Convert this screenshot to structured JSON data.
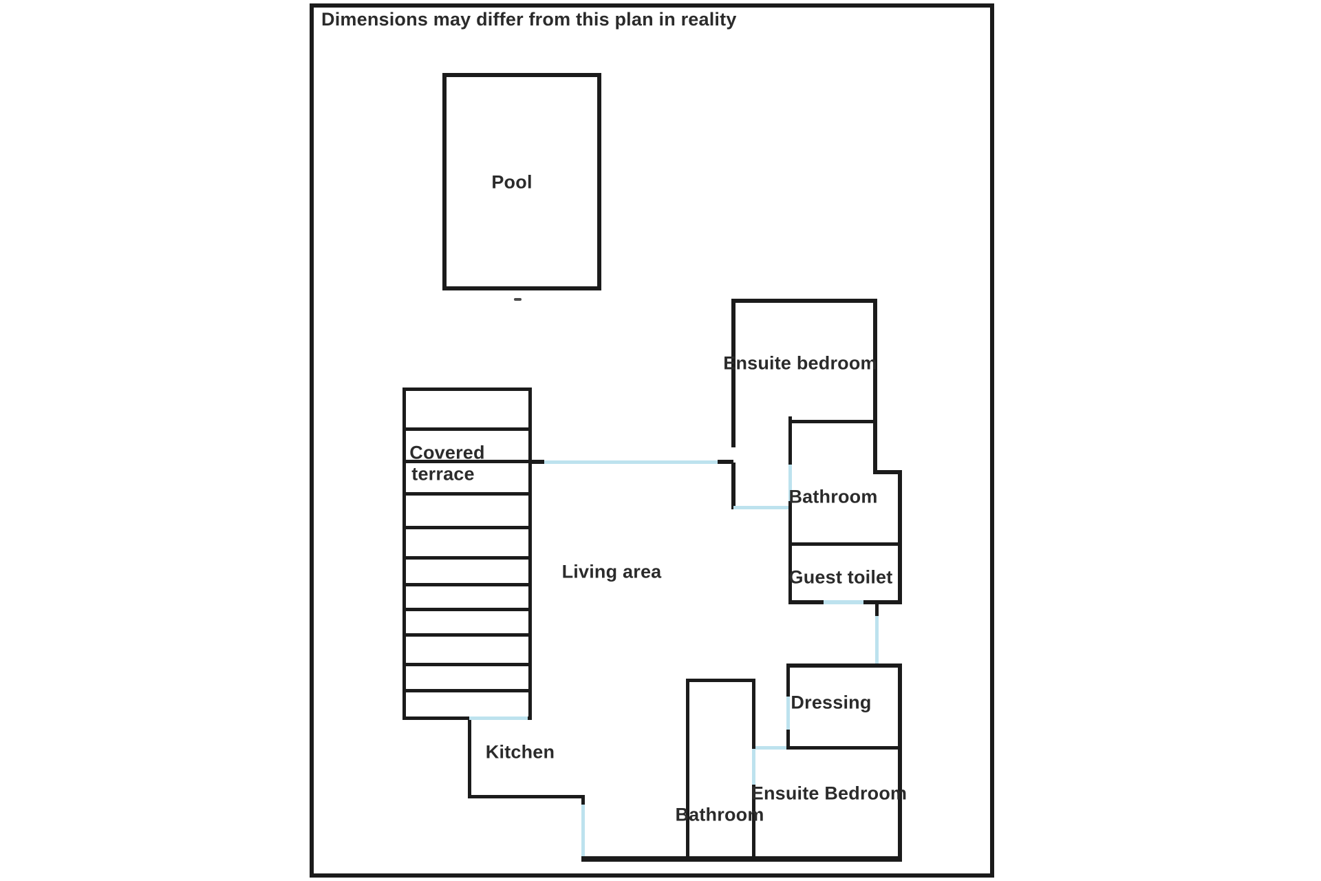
{
  "disclaimer": "Dimensions may differ from this plan in reality",
  "colors": {
    "wall": "#1b1b1b",
    "door": "#bde2ee",
    "text": "#2b2b2b",
    "background": "#ffffff"
  },
  "rooms": {
    "pool": {
      "label": "Pool"
    },
    "covered_terrace": {
      "label_line1": "Covered",
      "label_line2": "terrace"
    },
    "living_area": {
      "label": "Living area"
    },
    "kitchen": {
      "label": "Kitchen"
    },
    "ensuite_bedroom_top": {
      "label": "Ensuite bedroom"
    },
    "bathroom_top": {
      "label": "Bathroom"
    },
    "guest_toilet": {
      "label": "Guest toilet"
    },
    "dressing": {
      "label": "Dressing"
    },
    "ensuite_bedroom_bottom": {
      "label": "Ensuite Bedroom"
    },
    "bathroom_bottom": {
      "label": "Bathroom"
    }
  }
}
